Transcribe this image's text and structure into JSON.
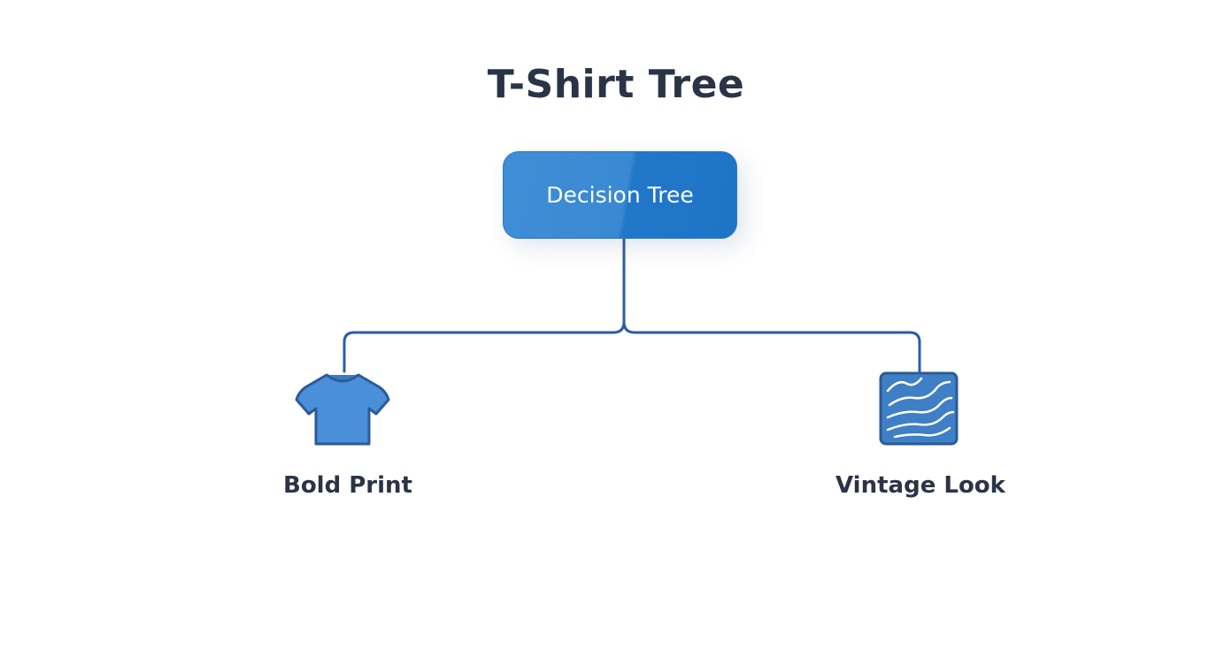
{
  "title": "T-Shirt Tree",
  "root": {
    "label": "Decision Tree",
    "color": "#2f83cf"
  },
  "branches": [
    {
      "label": "Bold Print",
      "icon": "tshirt-icon"
    },
    {
      "label": "Vintage Look",
      "icon": "wavy-pattern-icon"
    }
  ],
  "colors": {
    "connector": "#2a5ca8",
    "icon_fill": "#4a8fd8",
    "icon_stroke": "#2c5a9a",
    "text": "#2b3446"
  }
}
